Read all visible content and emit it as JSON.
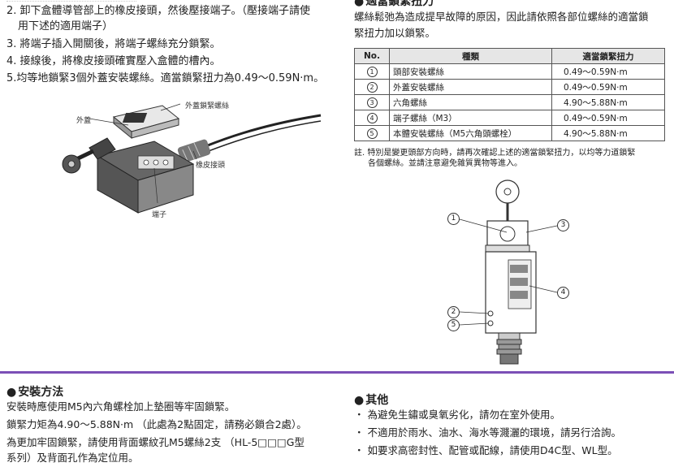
{
  "steps": [
    "2. 卸下盒體導管部上的橡皮接頭，然後壓接端子。（壓接端子請使",
    "用下述的適用端子）",
    "3. 將端子插入開關後，將端子螺絲充分鎖緊。",
    "4. 接線後，將橡皮接頭確實壓入盒體的槽內。",
    "5.均等地鎖緊3個外蓋安裝螺絲。適當鎖緊扭力為0.49～0.59N·m。"
  ],
  "figure_labels": {
    "cover_screw": "外蓋鎖緊螺絲",
    "cover": "外蓋",
    "rubber_joint": "橡皮接頭",
    "terminal": "端子"
  },
  "torque_section": {
    "heading": "適當鎖緊扭力",
    "intro_lines": [
      "螺絲鬆弛為造成提早故障的原因，因此請依照各部位螺絲的適當鎖",
      "緊扭力加以鎖緊。"
    ],
    "table": {
      "headers": [
        "No.",
        "種類",
        "適當鎖緊扭力"
      ],
      "rows": [
        {
          "no": "1",
          "type": "頭部安裝螺絲",
          "torque": "0.49～0.59N·m"
        },
        {
          "no": "2",
          "type": "外蓋安裝螺絲",
          "torque": "0.49～0.59N·m"
        },
        {
          "no": "3",
          "type": "六角螺絲",
          "torque": "4.90～5.88N·m"
        },
        {
          "no": "4",
          "type": "端子螺絲（M3）",
          "torque": "0.49～0.59N·m"
        },
        {
          "no": "5",
          "type": "本體安裝螺絲（M5六角頭螺栓）",
          "torque": "4.90～5.88N·m"
        }
      ]
    },
    "note_lines": [
      "註. 特別是變更頭部方向時，請再次確認上述的適當鎖緊扭力，以均等力道鎖緊",
      "各個螺絲。並請注意避免雜質異物等進入。"
    ]
  },
  "callouts": [
    "1",
    "2",
    "3",
    "4",
    "5"
  ],
  "install_section": {
    "heading": "安裝方法",
    "lines": [
      "安裝時應使用M5內六角螺栓加上墊圈等牢固鎖緊。",
      "鎖緊力矩為4.90～5.88N·m （此處為2點固定，請務必鎖合2處）。",
      "為更加牢固鎖緊，請使用背面螺紋孔M5螺絲2支 （HL-5□□□G型",
      "系列）及背面孔作為定位用。"
    ]
  },
  "other_section": {
    "heading": "其他",
    "lines": [
      "・ 為避免生鏽或臭氧劣化，請勿在室外使用。",
      "・ 不適用於雨水、油水、海水等濺灑的環境，請另行洽詢。",
      "・ 如要求高密封性、配管或配線，請使用D4C型、WL型。"
    ]
  },
  "colors": {
    "divider": "#7b4fb6"
  }
}
